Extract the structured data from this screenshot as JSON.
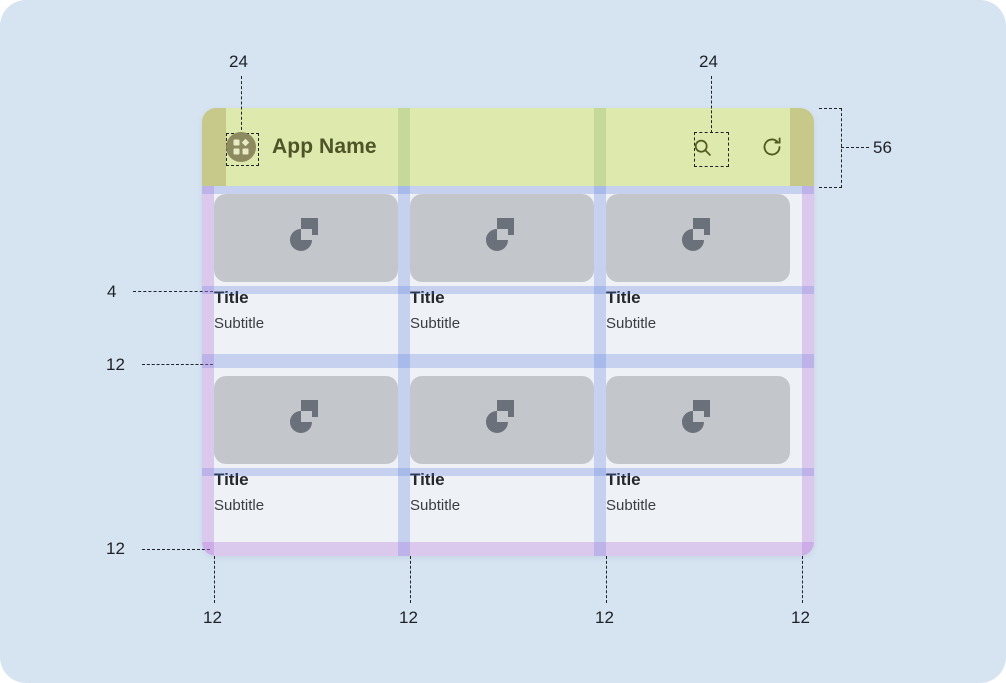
{
  "page": {
    "background_color": "#d6e4f2",
    "title": "Material grid spacing spec"
  },
  "appbar": {
    "background_color": "#dde9ad",
    "height_dp": 56,
    "logo_icon": "app-grid-logo-icon",
    "title": "App Name",
    "actions": [
      {
        "icon": "search-icon",
        "name": "search-action"
      },
      {
        "icon": "refresh-icon",
        "name": "refresh-action"
      }
    ]
  },
  "grid": {
    "columns": 3,
    "rows": 2,
    "card_placeholder_icon": "image-placeholder-icon",
    "cards": [
      {
        "title": "Title",
        "subtitle": "Subtitle"
      },
      {
        "title": "Title",
        "subtitle": "Subtitle"
      },
      {
        "title": "Title",
        "subtitle": "Subtitle"
      },
      {
        "title": "Title",
        "subtitle": "Subtitle"
      },
      {
        "title": "Title",
        "subtitle": "Subtitle"
      },
      {
        "title": "Title",
        "subtitle": "Subtitle"
      }
    ]
  },
  "annotations": {
    "top_left_icon_inset": "24",
    "top_right_icon_inset": "24",
    "appbar_height": "56",
    "thumb_to_title_gap": "4",
    "row_gap": "12",
    "bottom_margin": "12",
    "bottom_ticks": [
      "12",
      "12",
      "12",
      "12"
    ]
  },
  "overlay_colors": {
    "keyline_purple": "#ab6ed9",
    "gutter_blue": "#5078dc",
    "appbar_padding_olive": "#96823c",
    "appbar_gutter_green": "#5a9646"
  }
}
